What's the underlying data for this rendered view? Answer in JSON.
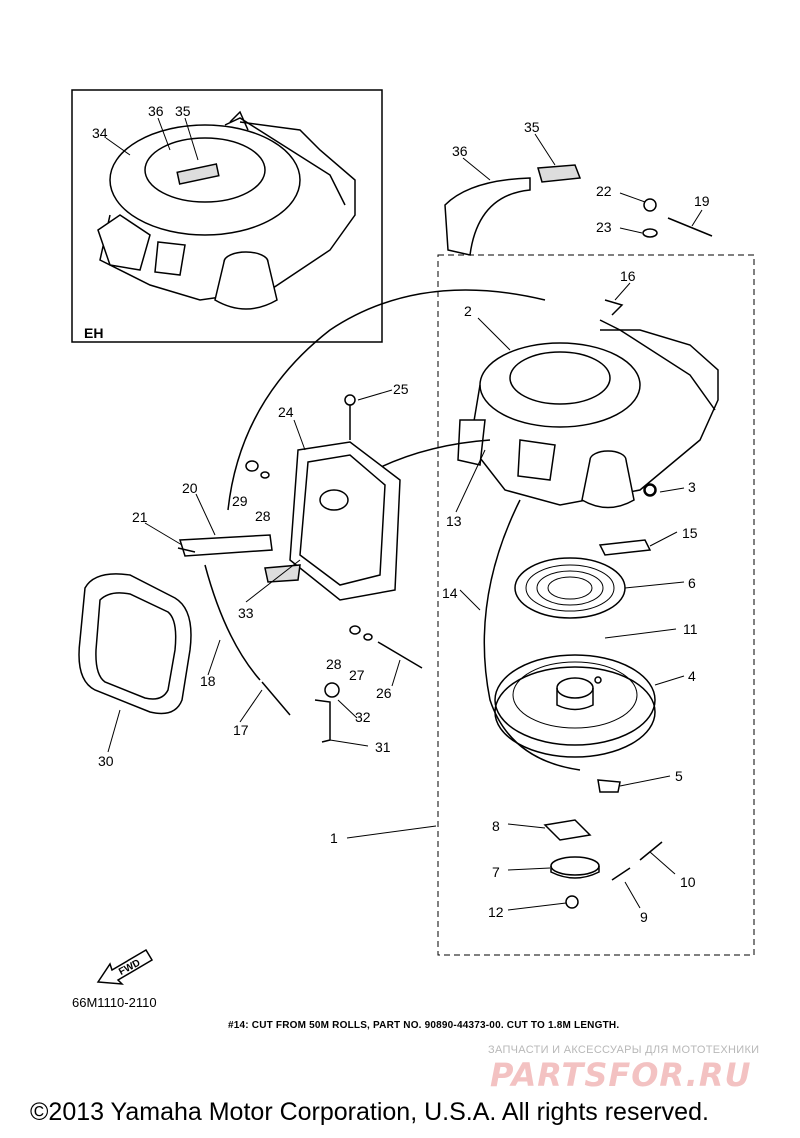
{
  "inset": {
    "label": "EH"
  },
  "callouts": [
    {
      "id": "c-1",
      "num": "1"
    },
    {
      "id": "c-2",
      "num": "2"
    },
    {
      "id": "c-3",
      "num": "3"
    },
    {
      "id": "c-4",
      "num": "4"
    },
    {
      "id": "c-5",
      "num": "5"
    },
    {
      "id": "c-6",
      "num": "6"
    },
    {
      "id": "c-7",
      "num": "7"
    },
    {
      "id": "c-8",
      "num": "8"
    },
    {
      "id": "c-9",
      "num": "9"
    },
    {
      "id": "c-10",
      "num": "10"
    },
    {
      "id": "c-11",
      "num": "11"
    },
    {
      "id": "c-12",
      "num": "12"
    },
    {
      "id": "c-13",
      "num": "13"
    },
    {
      "id": "c-14",
      "num": "14"
    },
    {
      "id": "c-15",
      "num": "15"
    },
    {
      "id": "c-16",
      "num": "16"
    },
    {
      "id": "c-17",
      "num": "17"
    },
    {
      "id": "c-18",
      "num": "18"
    },
    {
      "id": "c-19",
      "num": "19"
    },
    {
      "id": "c-20",
      "num": "20"
    },
    {
      "id": "c-21",
      "num": "21"
    },
    {
      "id": "c-22",
      "num": "22"
    },
    {
      "id": "c-23",
      "num": "23"
    },
    {
      "id": "c-24",
      "num": "24"
    },
    {
      "id": "c-25",
      "num": "25"
    },
    {
      "id": "c-26",
      "num": "26"
    },
    {
      "id": "c-27",
      "num": "27"
    },
    {
      "id": "c-28a",
      "num": "28"
    },
    {
      "id": "c-28b",
      "num": "28"
    },
    {
      "id": "c-29",
      "num": "29"
    },
    {
      "id": "c-30",
      "num": "30"
    },
    {
      "id": "c-31",
      "num": "31"
    },
    {
      "id": "c-32",
      "num": "32"
    },
    {
      "id": "c-33",
      "num": "33"
    },
    {
      "id": "c-34",
      "num": "34"
    },
    {
      "id": "c-35a",
      "num": "35"
    },
    {
      "id": "c-35b",
      "num": "35"
    },
    {
      "id": "c-36a",
      "num": "36"
    },
    {
      "id": "c-36b",
      "num": "36"
    }
  ],
  "fwd_label": "FWD",
  "diagram_code": "66M1110-2110",
  "note": "#14: CUT FROM 50M ROLLS, PART NO. 90890-44373-00. CUT TO 1.8M LENGTH.",
  "watermark": {
    "tagline": "ЗАПЧАСТИ И АКСЕССУАРЫ ДЛЯ МОТОТЕХНИКИ",
    "logo": "PARTSFOR.RU",
    "colors": {
      "logo": "#f3c2c2",
      "tagline": "#b8b8b8"
    }
  },
  "copyright": "©2013 Yamaha Motor Corporation, U.S.A. All rights reserved."
}
